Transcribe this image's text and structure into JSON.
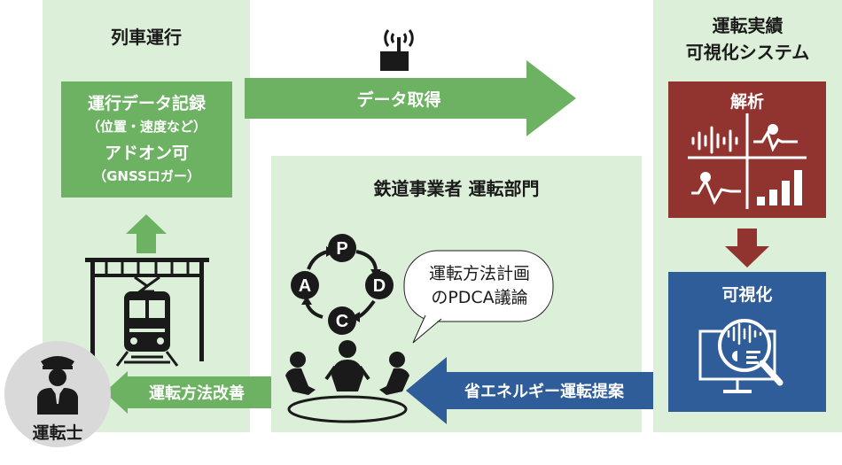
{
  "left_panel": {
    "title": "列車運行",
    "data_box": {
      "line1": "運行データ記録",
      "line2": "（位置・速度など）",
      "line3": "アドオン可",
      "line4": "（GNSSロガー）"
    }
  },
  "arrows": {
    "top": "データ取得",
    "bottom_left": "運転方法改善",
    "bottom_right": "省エネルギー運転提案"
  },
  "center_panel": {
    "title": "鉄道事業者 運転部門",
    "pdca_letters": [
      "P",
      "D",
      "C",
      "A"
    ],
    "speech": {
      "line1": "運転方法計画",
      "line2": "のPDCA議論"
    }
  },
  "right_panel": {
    "title_line1": "運転実績",
    "title_line2": "可視化システム",
    "analysis_label": "解析",
    "visualize_label": "可視化"
  },
  "driver_label": "運転士",
  "colors": {
    "panel_bg": "#dcefd8",
    "green": "#6cb262",
    "red": "#913430",
    "blue": "#2f5d99",
    "dark": "#1a1a1a"
  }
}
